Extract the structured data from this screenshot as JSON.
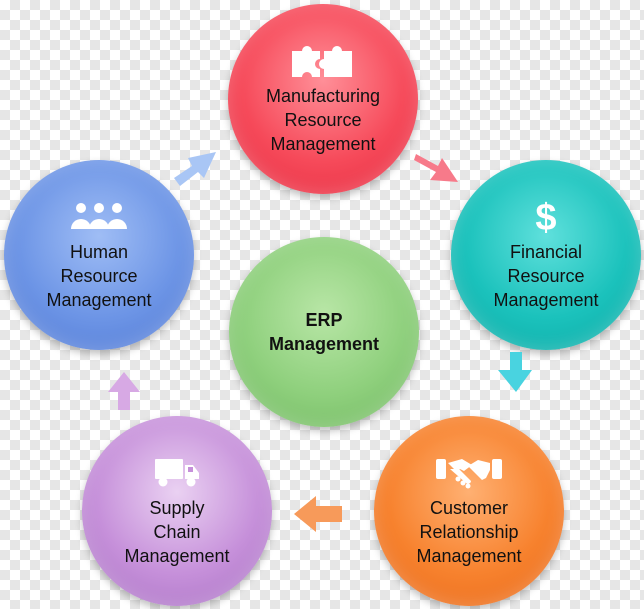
{
  "nodes": {
    "manufacturing": {
      "label": "Manufacturing\nResource\nManagement",
      "icon": "puzzle-icon",
      "color": "#f64a5a"
    },
    "financial": {
      "label": "Financial\nResource\nManagement",
      "icon": "dollar-icon",
      "color": "#1bc2bc"
    },
    "customer": {
      "label": "Customer\nRelationship\nManagement",
      "icon": "handshake-icon",
      "color": "#f7822e"
    },
    "supply": {
      "label": "Supply\nChain\nManagement",
      "icon": "truck-icon",
      "color": "#c690da"
    },
    "human": {
      "label": "Human\nResource\nManagement",
      "icon": "people-icon",
      "color": "#6d95e6"
    },
    "erp": {
      "label": "ERP\nManagement",
      "color": "#8fd07d"
    }
  },
  "arrows": [
    {
      "from": "manufacturing",
      "to": "financial",
      "color": "#f77a8a"
    },
    {
      "from": "financial",
      "to": "customer",
      "color": "#49d3e0"
    },
    {
      "from": "customer",
      "to": "supply",
      "color": "#f79a5a"
    },
    {
      "from": "supply",
      "to": "human",
      "color": "#d7a9e4"
    },
    {
      "from": "human",
      "to": "manufacturing",
      "color": "#a9c6f5"
    }
  ]
}
